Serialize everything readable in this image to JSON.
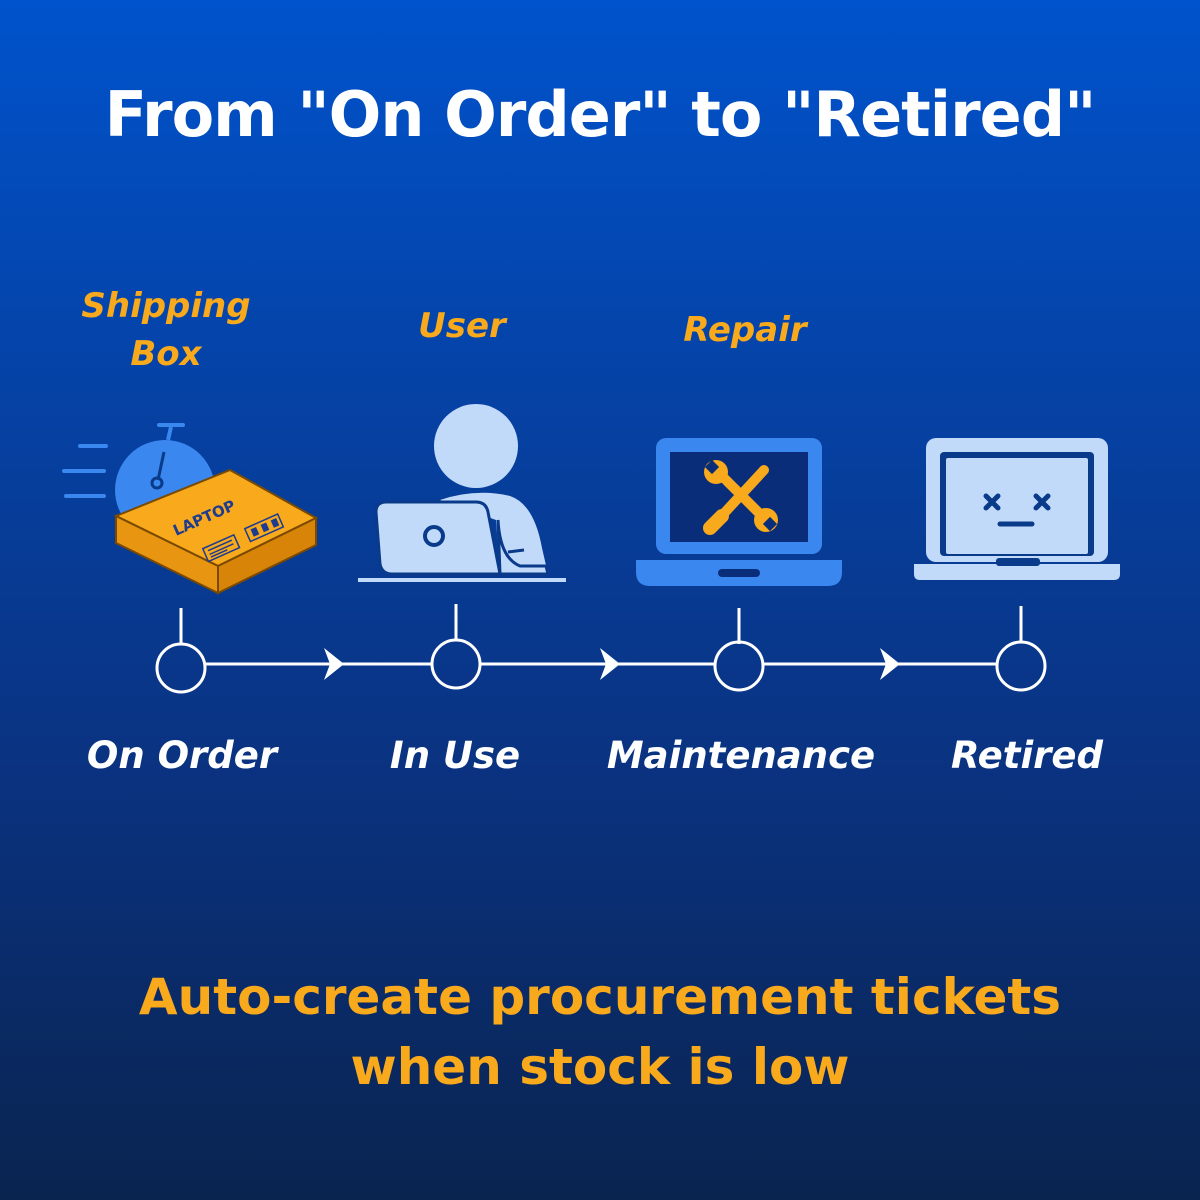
{
  "title": "From \"On Order\" to \"Retired\"",
  "stages": [
    {
      "caption": "Shipping Box",
      "label": "On Order",
      "icon": "shipping-box-icon"
    },
    {
      "caption": "User",
      "label": "In Use",
      "icon": "user-laptop-icon"
    },
    {
      "caption": "Repair",
      "label": "Maintenance",
      "icon": "repair-laptop-icon"
    },
    {
      "caption": "",
      "label": "Retired",
      "icon": "broken-laptop-icon"
    }
  ],
  "box_text": "LAPTOP",
  "footer": "Auto-create procurement tickets when stock is low",
  "colors": {
    "accent": "#f8a91c",
    "icon_light": "#c2dafa",
    "icon_blue": "#3a87f0",
    "text": "#ffffff"
  }
}
